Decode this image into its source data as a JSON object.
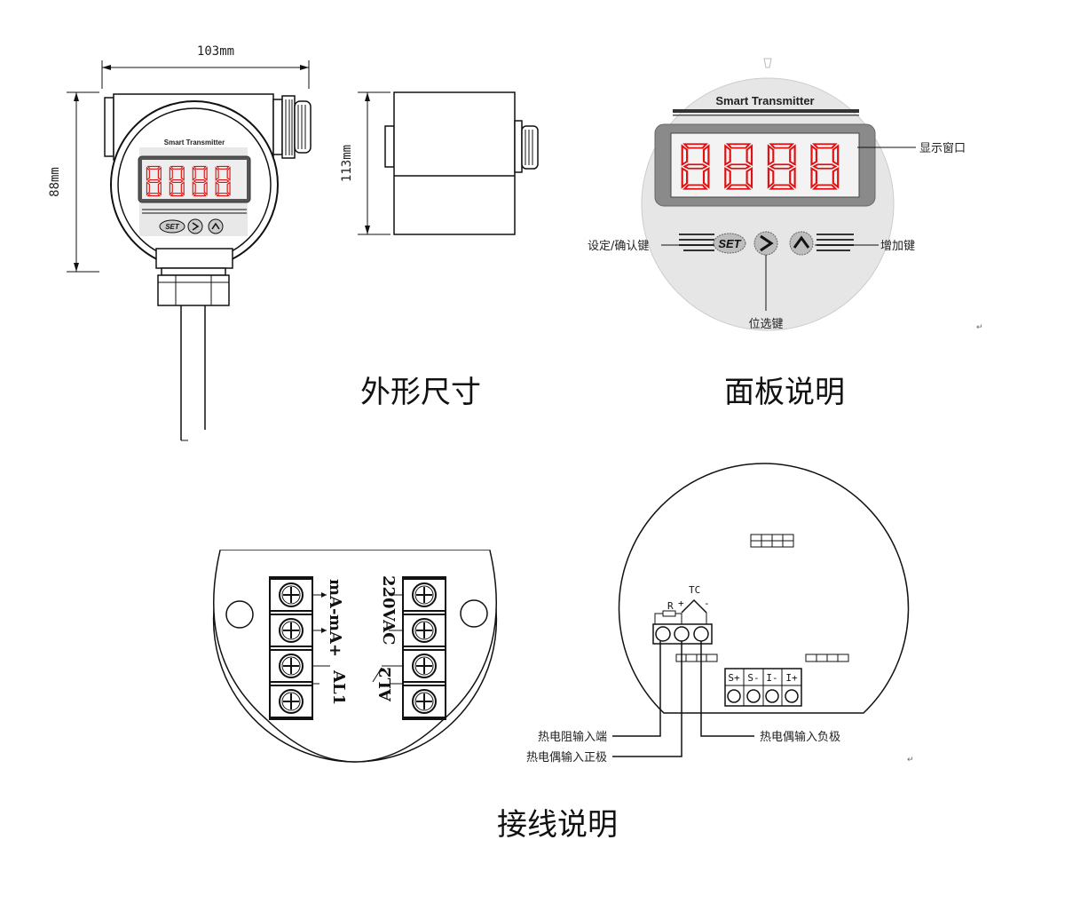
{
  "dimensions": {
    "width": "103mm",
    "height": "88mm",
    "depth": "113mm"
  },
  "device": {
    "brand": "Smart Transmitter",
    "display_digits": "8888"
  },
  "panel": {
    "display_window": "显示窗口",
    "set_confirm_key": "设定/确认键",
    "shift_key": "位选键",
    "increase_key": "增加键",
    "set_label": "SET",
    "shift_symbol": ">",
    "up_symbol": "^"
  },
  "captions": {
    "outline": "外形尺寸",
    "panel": "面板说明",
    "wiring": "接线说明"
  },
  "terminals": {
    "ma_minus": "mA-",
    "ma_plus": "mA+",
    "vac": "220VAC",
    "al1": "AL1",
    "al2": "AL2"
  },
  "board": {
    "r_label": "R",
    "tc_label": "TC",
    "plus": "+",
    "minus": "-",
    "s_plus": "S+",
    "s_minus": "S-",
    "i_minus": "I-",
    "i_plus": "I+",
    "rtd_input": "热电阻输入端",
    "tc_positive": "热电偶输入正极",
    "tc_negative": "热电偶输入负极"
  },
  "marks": {
    "return_mark": "↵"
  }
}
